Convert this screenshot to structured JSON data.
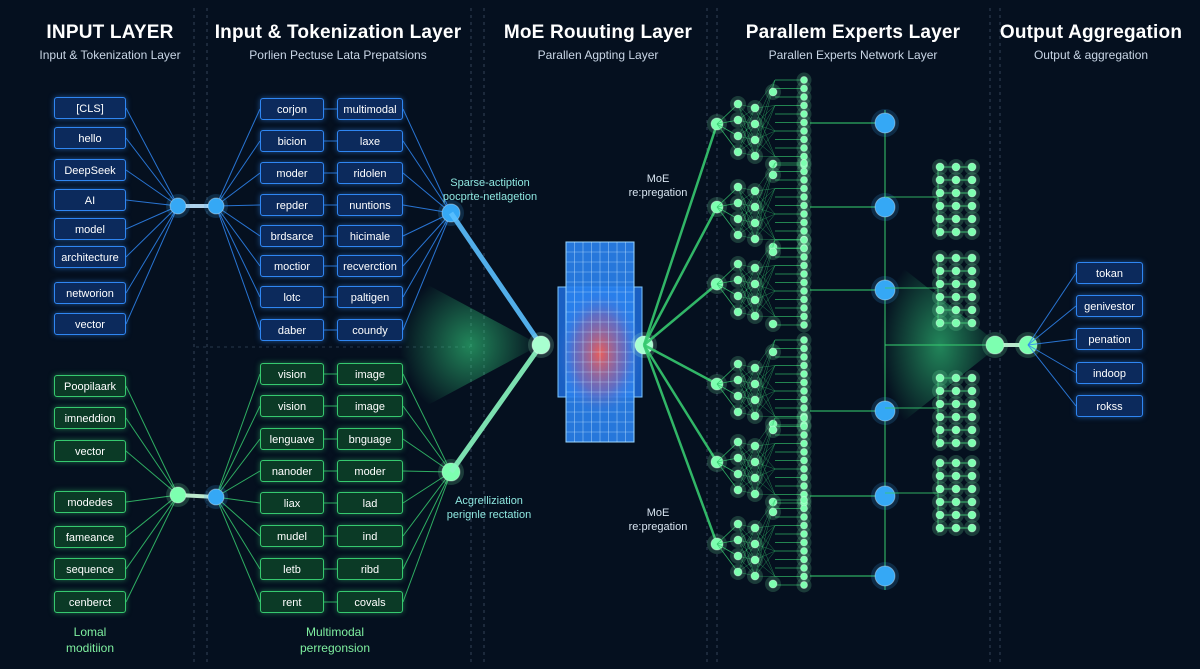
{
  "headers": [
    {
      "title": "INPUT LAYER",
      "subtitle": "Input & Tokenization Layer"
    },
    {
      "title": "Input & Tokenization Layer",
      "subtitle": "Porlien Pectuse Lata Prepatsions"
    },
    {
      "title": "MoE Rouuting Layer",
      "subtitle": "Parallen Agpting Layer"
    },
    {
      "title": "Parallem Experts Layer",
      "subtitle": "Parallen Experts Network Layer"
    },
    {
      "title": "Output Aggregation",
      "subtitle": "Output & aggregation"
    }
  ],
  "input_blue": [
    "[CLS]",
    "hello",
    "DeepSeek",
    "AI",
    "model",
    "architecture",
    "networion",
    "vector"
  ],
  "input_green": [
    "Poopilaark",
    "imneddion",
    "vector",
    "modedes",
    "fameance",
    "sequence",
    "cenberct"
  ],
  "token_blue_a": [
    "corjon",
    "bicion",
    "moder",
    "repder",
    "brdsarce",
    "moctior",
    "lotc",
    "daber"
  ],
  "token_blue_b": [
    "multimodal",
    "laxe",
    "ridolen",
    "nuntions",
    "hicimale",
    "recverction",
    "paltigen",
    "coundy"
  ],
  "token_green_a": [
    "vision",
    "vision",
    "lenguave",
    "nanoder",
    "liax",
    "mudel",
    "letb",
    "rent"
  ],
  "token_green_b": [
    "image",
    "image",
    "bnguage",
    "moder",
    "lad",
    "ind",
    "ribd",
    "covals"
  ],
  "outputs": [
    "tokan",
    "genivestor",
    "penation",
    "indoop",
    "rokss"
  ],
  "notes": {
    "sparse": [
      "Sparse-actiption",
      "pocprte-netlagetion"
    ],
    "aggreg": [
      "Acgrelliziation",
      "perignle rectation"
    ],
    "moe_top": [
      "MoE",
      "re:pregation"
    ],
    "moe_bottom": [
      "MoE",
      "re:pregation"
    ],
    "bottom_left": [
      "Lomal",
      "moditiion"
    ],
    "bottom_mid": [
      "Multimodal",
      "perregonsion"
    ]
  },
  "colors": {
    "background": "#05101f",
    "blue": "#2f86f2",
    "green": "#36c96f",
    "node_blue": "#35a8f5",
    "node_green": "#7dffb0",
    "router_red": "#e8585a"
  }
}
